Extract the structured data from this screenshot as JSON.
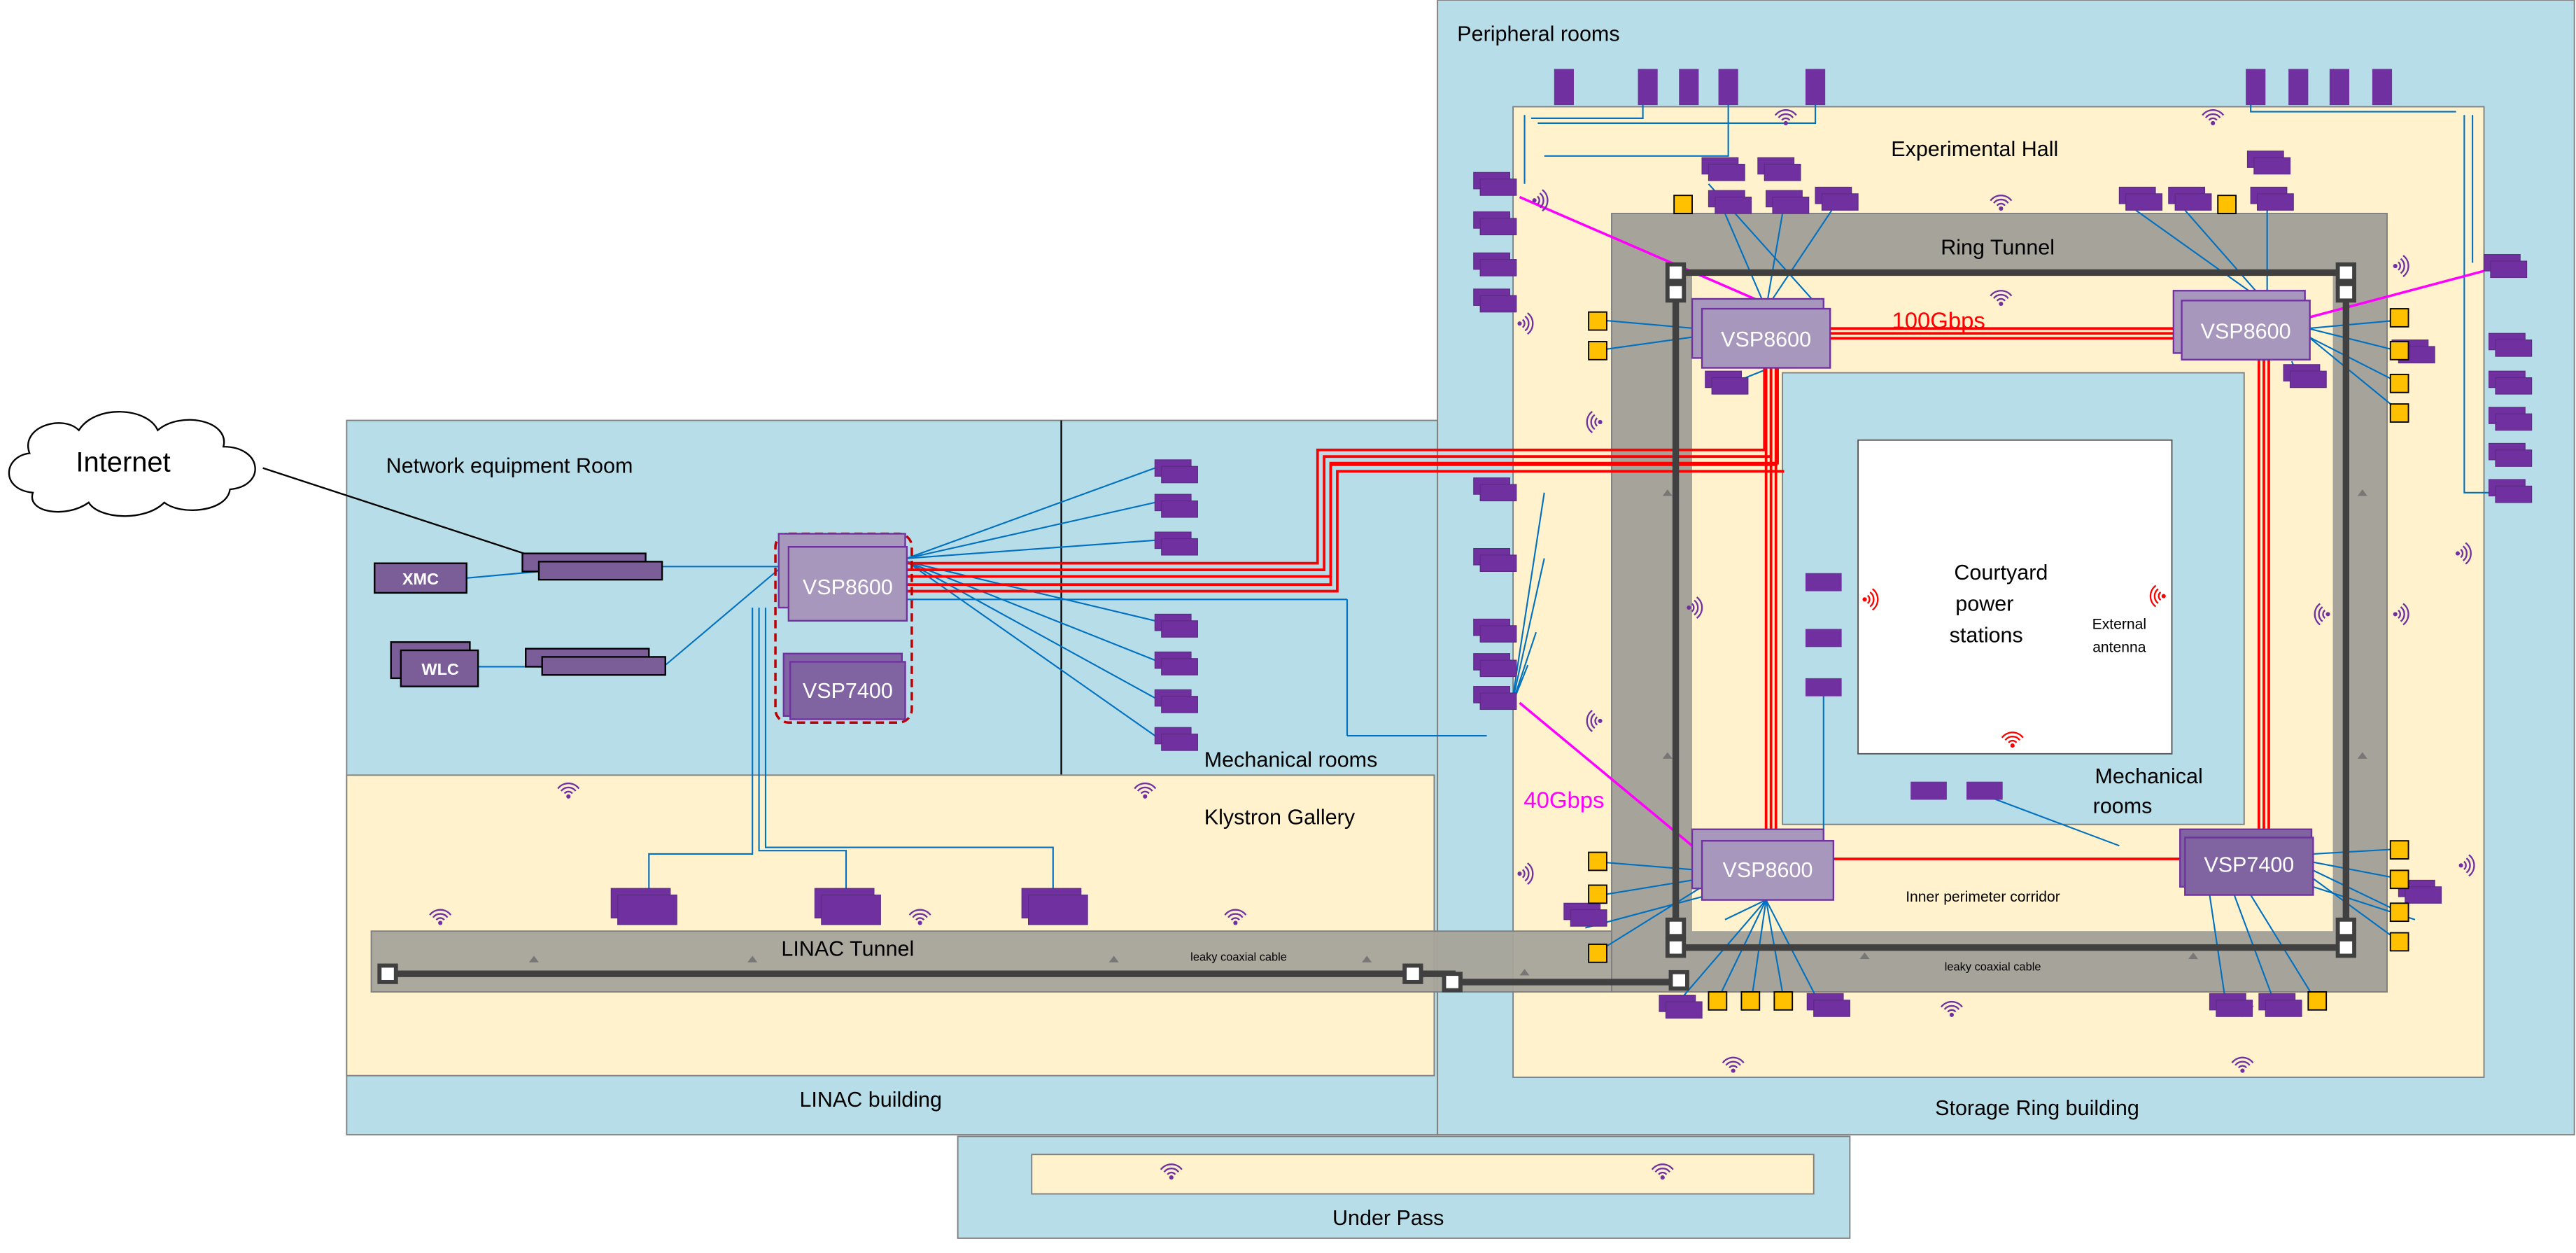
{
  "colors": {
    "building": "#b7dde8",
    "hall": "#fff2cc",
    "tunnel": "#a6a39a",
    "device": "#7030a0",
    "switch_light": "#a797bd",
    "switch_dark": "#8064a2",
    "yellow_device": "#ffc000",
    "fiber_100g": "#ff0000",
    "link_40g": "#ff00ff",
    "ethernet": "#0070c0",
    "cable": "#404040"
  },
  "cloud": {
    "label": "Internet",
    "icon": "cloud-icon"
  },
  "linac": {
    "building_label": "LINAC building",
    "network_room_label": "Network equipment Room",
    "mechanical_rooms_label": "Mechanical rooms",
    "klystron_label": "Klystron Gallery",
    "tunnel_label": "LINAC Tunnel",
    "cable_label": "leaky coaxial cable",
    "xmc_label": "XMC",
    "wlc_label": "WLC",
    "core_switch_1": "VSP8600",
    "core_switch_2": "VSP7400"
  },
  "storage_ring": {
    "building_label": "Storage Ring building",
    "peripheral_label": "Peripheral rooms",
    "hall_label": "Experimental Hall",
    "ring_tunnel_label": "Ring Tunnel",
    "corridor_label": "Inner perimeter corridor",
    "mechanical_rooms_label_1": "Mechanical",
    "mechanical_rooms_label_2": "rooms",
    "courtyard_1": "Courtyard",
    "courtyard_2": "power",
    "courtyard_3": "stations",
    "antenna_1": "External",
    "antenna_2": "antenna",
    "cable_label": "leaky coaxial cable",
    "switch_tl": "VSP8600",
    "switch_tr": "VSP8600",
    "switch_bl": "VSP8600",
    "switch_br": "VSP7400",
    "link_100g": "100Gbps",
    "link_40g": "40Gbps"
  },
  "underpass": {
    "label": "Under Pass"
  },
  "icons": [
    "wifi-icon",
    "cloud-icon"
  ]
}
